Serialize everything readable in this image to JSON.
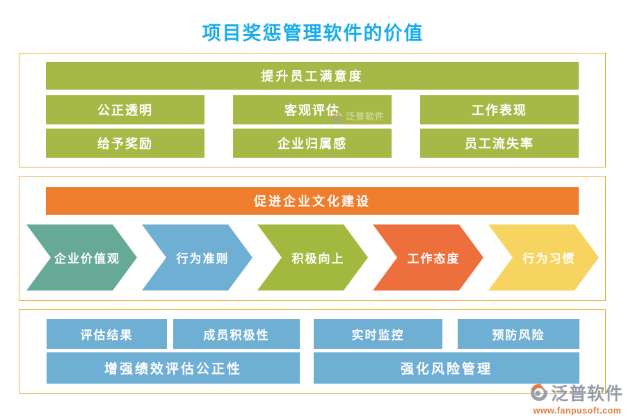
{
  "page": {
    "title": "项目奖惩管理软件的价值",
    "title_color": "#17ACEC",
    "panel_border_color": "#E8B33B"
  },
  "sections": [
    {
      "header": "提升员工满意度",
      "header_color": "#A6B946",
      "items": [
        "公正透明",
        "客观评估",
        "工作表现",
        "给予奖励",
        "企业归属感",
        "员工流失率"
      ],
      "item_color": "#A6B946"
    },
    {
      "header": "促进企业文化建设",
      "header_color": "#EE7D2E",
      "chevrons": [
        {
          "label": "企业价值观",
          "color": "#67A997"
        },
        {
          "label": "行为准则",
          "color": "#6FAFD4"
        },
        {
          "label": "积极向上",
          "color": "#A2B83E"
        },
        {
          "label": "工作态度",
          "color": "#ED6F3B"
        },
        {
          "label": "行为习惯",
          "color": "#F7D45F"
        }
      ]
    },
    {
      "item_color": "#6FAFD4",
      "groups": [
        {
          "items": [
            "评估结果",
            "成员积极性"
          ],
          "summary": "增强绩效评估公正性"
        },
        {
          "items": [
            "实时监控",
            "预防风险"
          ],
          "summary": "强化风险管理"
        }
      ]
    }
  ],
  "watermark": {
    "brand": "泛普软件",
    "url": "www.fanpusoft.com"
  },
  "logo": {
    "brand": "泛普软件",
    "url": "www.fanpusoft.com",
    "brand_color": "#959CA8",
    "url_color": "#E87A3C"
  }
}
